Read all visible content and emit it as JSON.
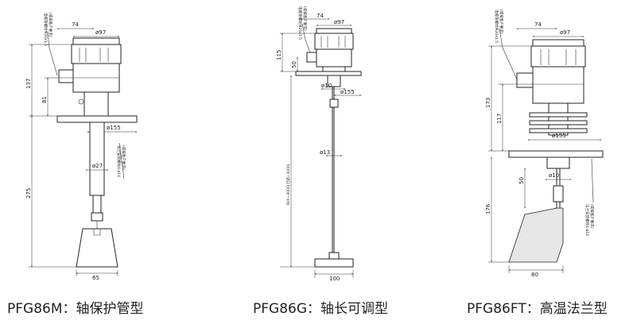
{
  "figures": [
    {
      "id": "pfg86m",
      "caption": "PFG86M：轴保护管型",
      "dims": {
        "d74": "74",
        "d97": "ø97",
        "d137": "137",
        "d81": "81",
        "d155": "ø155",
        "d27": "ø27",
        "d275": "275",
        "d65": "65"
      },
      "notes": {
        "cable": "电缆管螺纹M20x1.5",
        "cable2": "(或按客户要求)",
        "thread": "法兰安装螺纹4-ø14",
        "thread2": "(或按客户要求)"
      }
    },
    {
      "id": "pfg86g",
      "caption": "PFG86G：轴长可调型",
      "dims": {
        "d74": "74",
        "d97": "ø97",
        "d115": "115",
        "d50": "50",
        "d155": "ø155",
        "d10": "ø10",
        "d13": "ø13",
        "dlen": "600~3000(可调~3000)",
        "d100": "100"
      },
      "notes": {
        "cable": "电缆管螺纹M20x1.5",
        "cable2": "(或按客户要求)"
      }
    },
    {
      "id": "pfg86ft",
      "caption": "PFG86FT：高温法兰型",
      "dims": {
        "d74": "74",
        "d97": "ø97",
        "d173": "173",
        "d117": "117",
        "d155": "ø155",
        "d50": "50",
        "d10": "ø10",
        "d176": "176",
        "d80": "80"
      },
      "notes": {
        "cable": "电缆管螺纹M20x1.5",
        "cable2": "(或按客户要求)",
        "thread": "法兰安装螺纹4-ø14",
        "thread2": "(或按客户要求)"
      }
    }
  ]
}
